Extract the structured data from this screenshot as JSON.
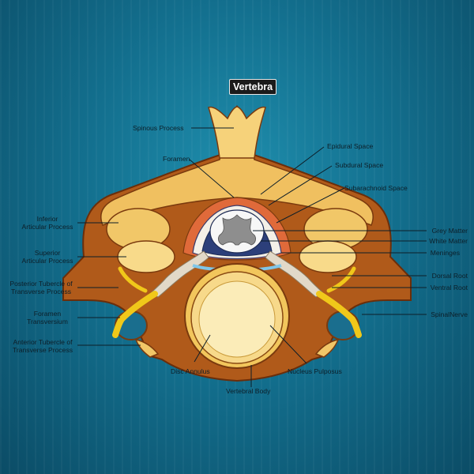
{
  "title": "Vertebra",
  "labels": {
    "spinous_process": "Spinous Process",
    "foramen": "Foramen",
    "epidural_space": "Epidural Space",
    "subdural_space": "Subdural Space",
    "subarachnoid_space": "Subarachnoid Space",
    "inferior_articular_line1": "Inferior",
    "inferior_articular_line2": "Articular Process",
    "superior_articular_line1": "Superior",
    "superior_articular_line2": "Articular Process",
    "posterior_tubercle_line1": "Posterior Tubercle of",
    "posterior_tubercle_line2": "Transverse Process",
    "foramen_transversium_line1": "Foramen",
    "foramen_transversium_line2": "Transversium",
    "anterior_tubercle_line1": "Anterior Tubercle of",
    "anterior_tubercle_line2": "Transverse Process",
    "grey_matter": "Grey Matter",
    "white_matter": "White Matter",
    "meninges": "Meninges",
    "dorsal_root": "Dorsal Root",
    "ventral_root": "Ventral Root",
    "spinal_nerve": "SpinalNerve",
    "disc_annulus": "Disc Annulus",
    "nucleus_pulposus": "Nucleus Pulposus",
    "vertebral_body": "Vertebral Body"
  }
}
